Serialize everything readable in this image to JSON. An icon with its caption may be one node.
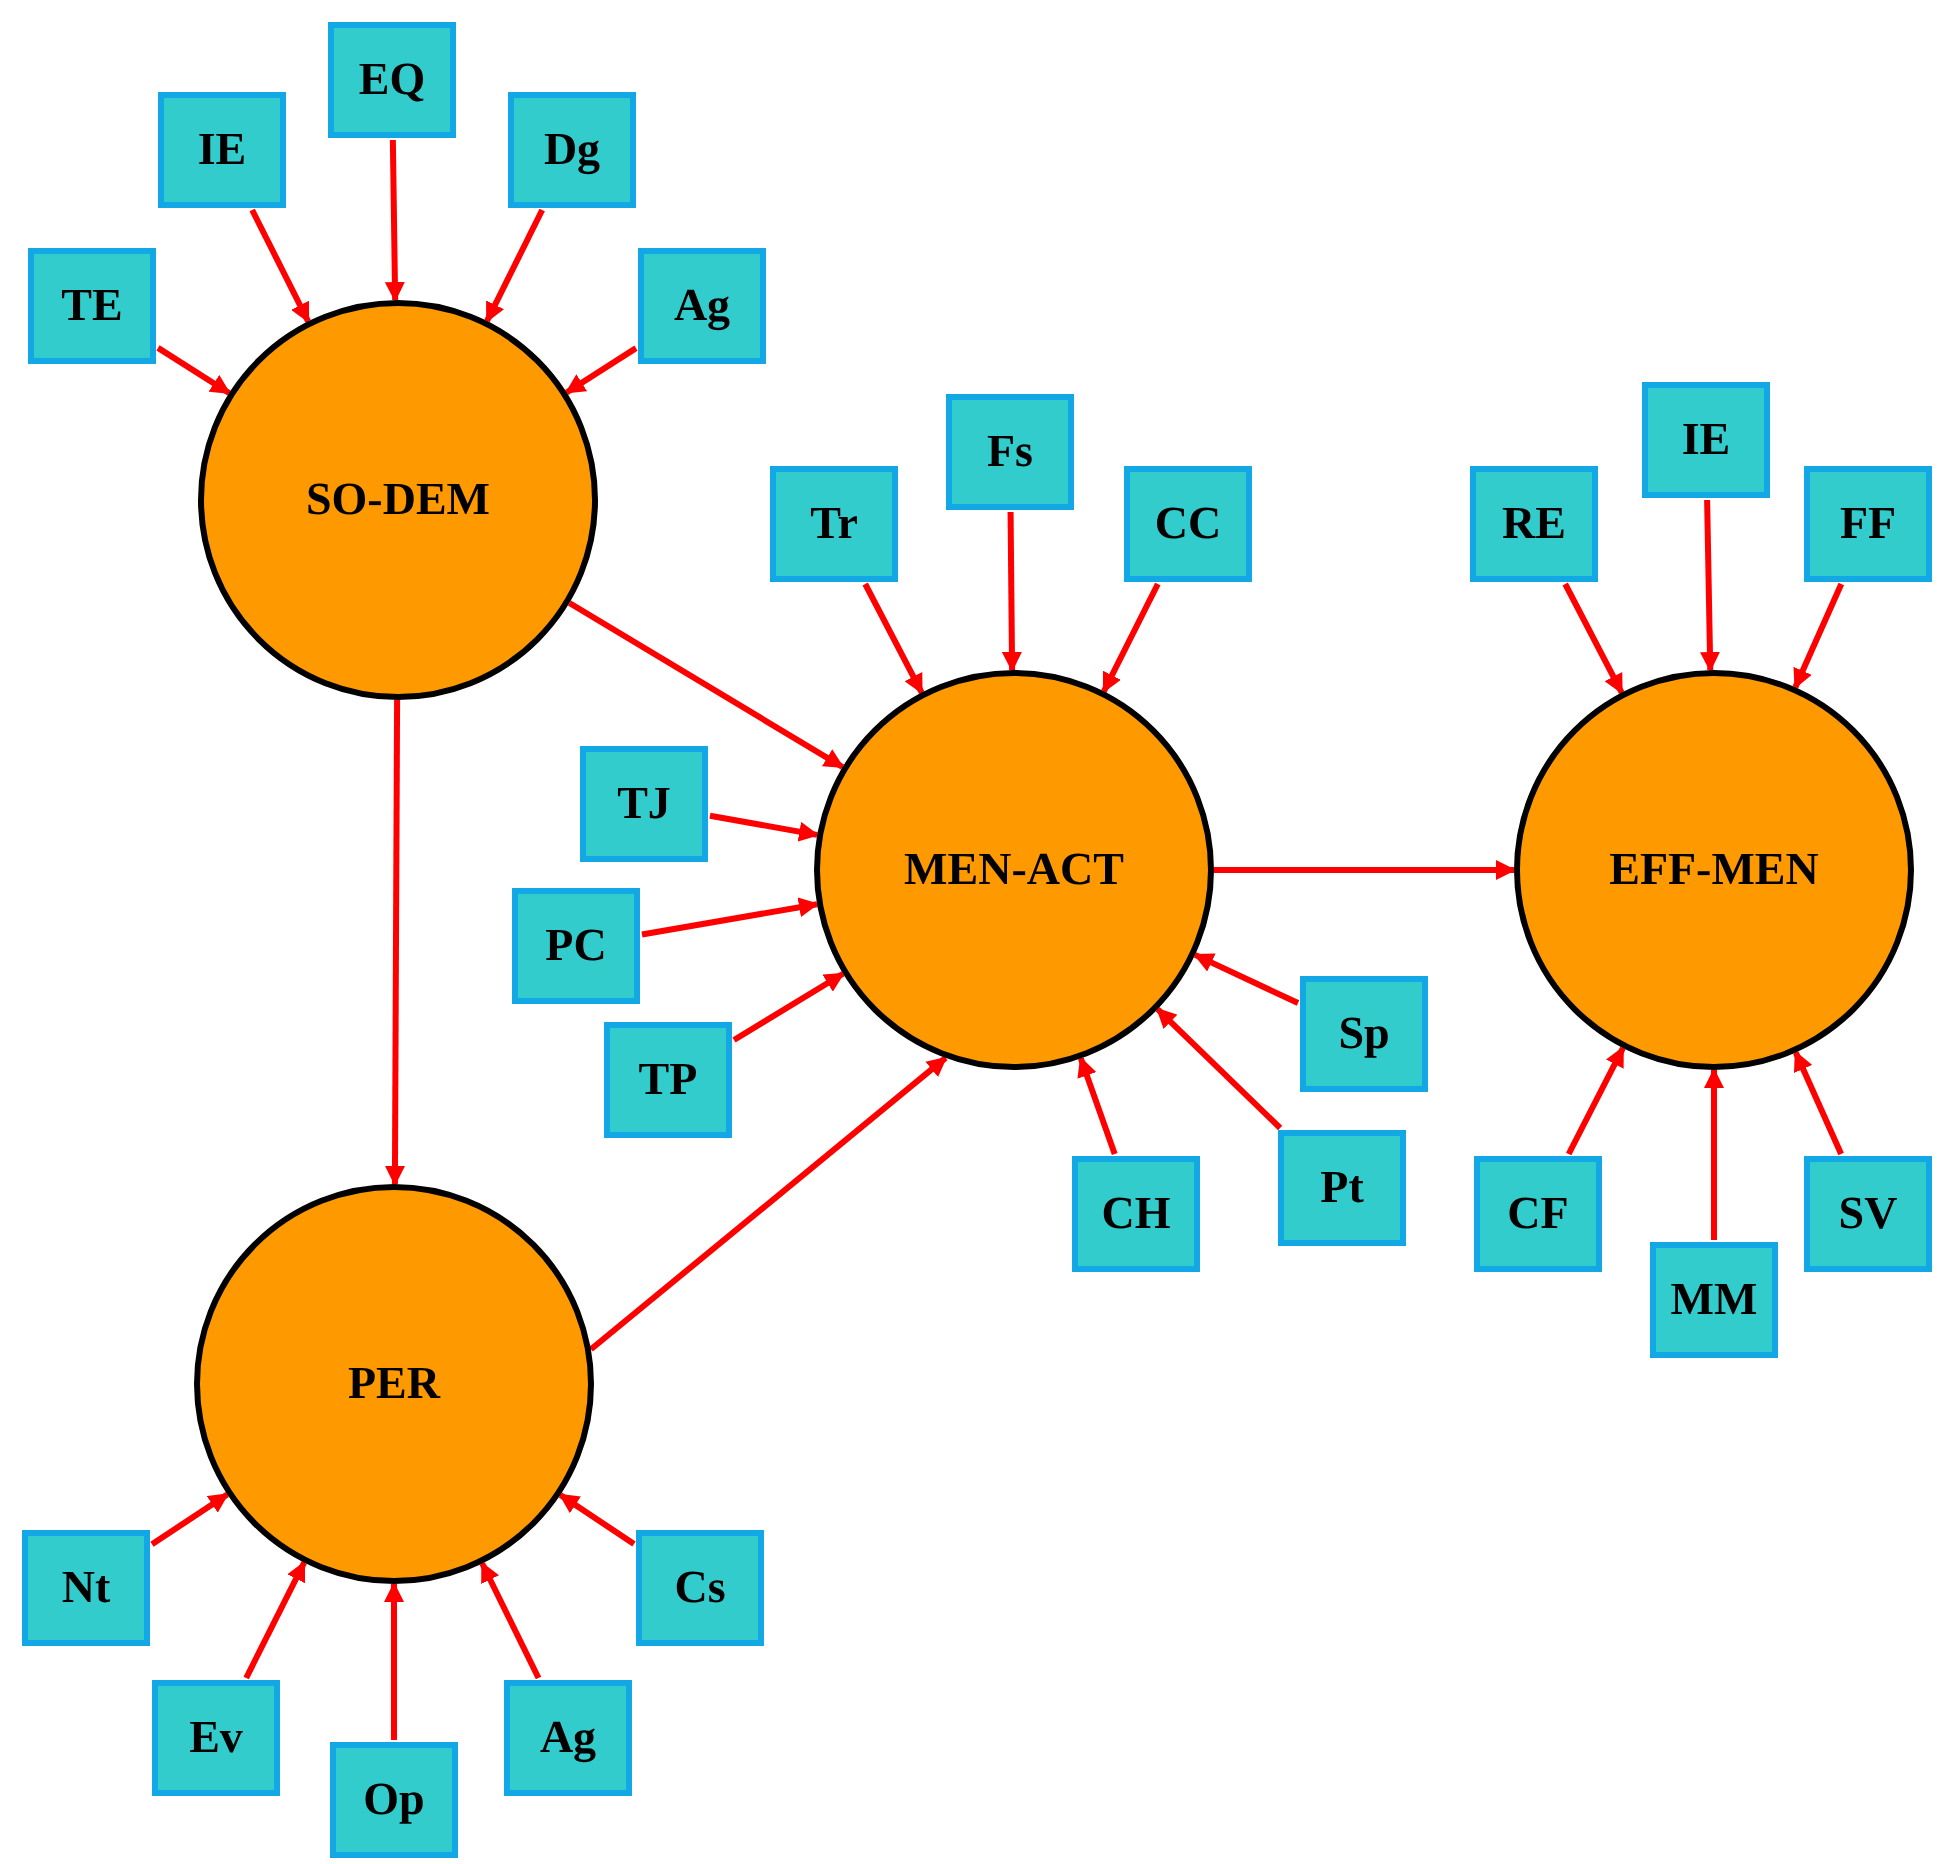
{
  "diagram": {
    "nodes": [
      {
        "text": [
          "SO-DEM"
        ]
      },
      {
        "text": [
          "MEN-ACT"
        ]
      },
      {
        "text": [
          "EFF-MEN"
        ]
      },
      {
        "text": [
          "PER"
        ]
      },
      {
        "text": [
          "EQ"
        ]
      },
      {
        "text": [
          "IE"
        ]
      },
      {
        "text": [
          "Dg"
        ]
      },
      {
        "text": [
          "TE"
        ]
      },
      {
        "text": [
          "Ag"
        ]
      },
      {
        "text": [
          "Fs"
        ]
      },
      {
        "text": [
          "Tr"
        ]
      },
      {
        "text": [
          "CC"
        ]
      },
      {
        "text": [
          "IE"
        ]
      },
      {
        "text": [
          "RE"
        ]
      },
      {
        "text": [
          "FF"
        ]
      },
      {
        "text": [
          "TJ"
        ]
      },
      {
        "text": [
          "PC"
        ]
      },
      {
        "text": [
          "TP"
        ]
      },
      {
        "text": [
          "Sp"
        ]
      },
      {
        "text": [
          "Pt"
        ]
      },
      {
        "text": [
          "CH"
        ]
      },
      {
        "text": [
          "CF"
        ]
      },
      {
        "text": [
          "MM"
        ]
      },
      {
        "text": [
          "SV"
        ]
      },
      {
        "text": [
          "Nt"
        ]
      },
      {
        "text": [
          "Cs"
        ]
      },
      {
        "text": [
          "Ev"
        ]
      },
      {
        "text": [
          "Ag"
        ]
      },
      {
        "text": [
          "Op"
        ]
      }
    ],
    "edges": [
      {
        "from": 4,
        "to": 0,
        "arrow": "to"
      },
      {
        "from": 5,
        "to": 0,
        "arrow": "to"
      },
      {
        "from": 6,
        "to": 0,
        "arrow": "to"
      },
      {
        "from": 7,
        "to": 0,
        "arrow": "to"
      },
      {
        "from": 8,
        "to": 0,
        "arrow": "to"
      },
      {
        "from": 9,
        "to": 1,
        "arrow": "to"
      },
      {
        "from": 10,
        "to": 1,
        "arrow": "to"
      },
      {
        "from": 11,
        "to": 1,
        "arrow": "to"
      },
      {
        "from": 15,
        "to": 1,
        "arrow": "to"
      },
      {
        "from": 16,
        "to": 1,
        "arrow": "to"
      },
      {
        "from": 17,
        "to": 1,
        "arrow": "to"
      },
      {
        "from": 18,
        "to": 1,
        "arrow": "to"
      },
      {
        "from": 19,
        "to": 1,
        "arrow": "to"
      },
      {
        "from": 20,
        "to": 1,
        "arrow": "to"
      },
      {
        "from": 12,
        "to": 2,
        "arrow": "to"
      },
      {
        "from": 13,
        "to": 2,
        "arrow": "to"
      },
      {
        "from": 14,
        "to": 2,
        "arrow": "to"
      },
      {
        "from": 21,
        "to": 2,
        "arrow": "to"
      },
      {
        "from": 22,
        "to": 2,
        "arrow": "to"
      },
      {
        "from": 23,
        "to": 2,
        "arrow": "to"
      },
      {
        "from": 24,
        "to": 3,
        "arrow": "to"
      },
      {
        "from": 25,
        "to": 3,
        "arrow": "to"
      },
      {
        "from": 26,
        "to": 3,
        "arrow": "to"
      },
      {
        "from": 27,
        "to": 3,
        "arrow": "to"
      },
      {
        "from": 28,
        "to": 3,
        "arrow": "to"
      },
      {
        "from": 0,
        "to": 1,
        "arrow": "to"
      },
      {
        "from": 0,
        "to": 3,
        "arrow": "to"
      },
      {
        "from": 3,
        "to": 1,
        "arrow": "to"
      },
      {
        "from": 1,
        "to": 2,
        "arrow": "to"
      }
    ]
  }
}
